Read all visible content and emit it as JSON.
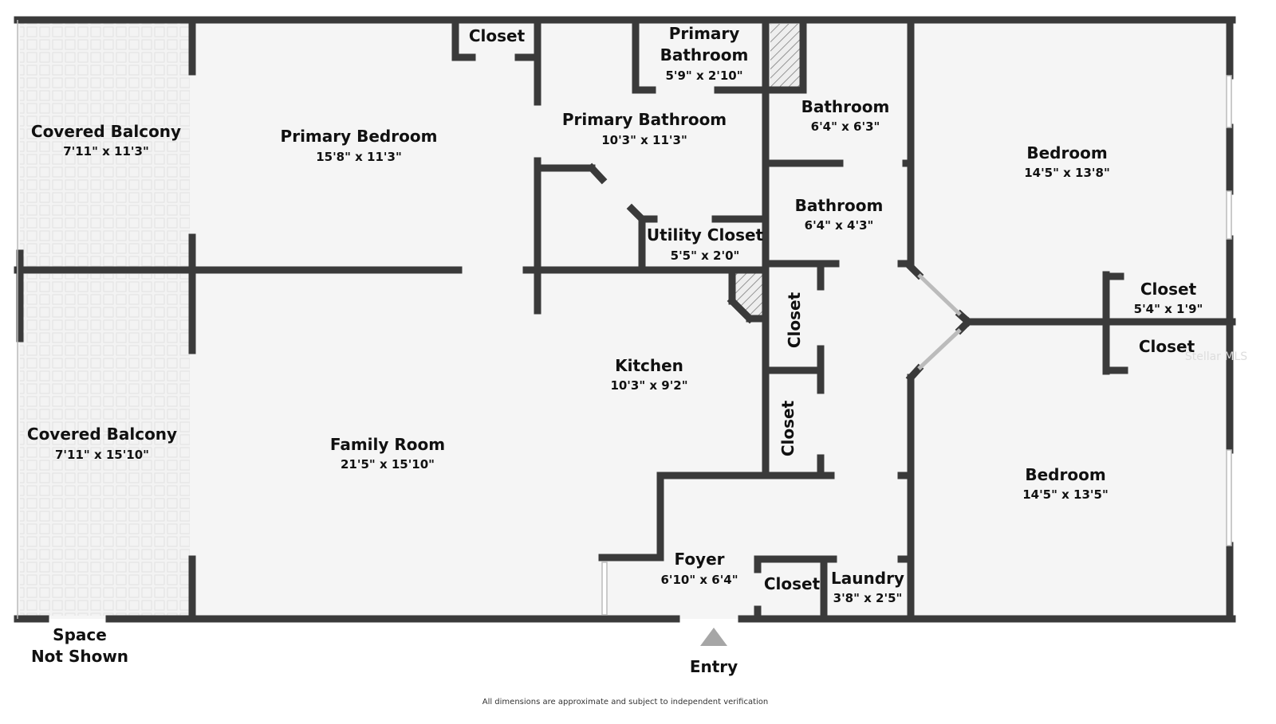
{
  "colors": {
    "wall": "#3a3a3a",
    "floor": "#f5f5f5",
    "entry_marker": "#a6a6a6"
  },
  "rooms": {
    "balcony1": {
      "name": "Covered Balcony",
      "dim": "7'11\" x 11'3\""
    },
    "balcony2": {
      "name": "Covered Balcony",
      "dim": "7'11\" x 15'10\""
    },
    "primary_bedroom": {
      "name": "Primary Bedroom",
      "dim": "15'8\" x 11'3\""
    },
    "closet_pb": {
      "name": "Closet"
    },
    "primary_bath_small": {
      "name1": "Primary",
      "name2": "Bathroom",
      "dim": "5'9\" x 2'10\""
    },
    "primary_bath": {
      "name": "Primary Bathroom",
      "dim": "10'3\" x 11'3\""
    },
    "utility": {
      "name": "Utility Closet",
      "dim": "5'5\" x 2'0\""
    },
    "bath1": {
      "name": "Bathroom",
      "dim": "6'4\" x 6'3\""
    },
    "bath2": {
      "name": "Bathroom",
      "dim": "6'4\" x 4'3\""
    },
    "bedroom1": {
      "name": "Bedroom",
      "dim": "14'5\" x 13'8\""
    },
    "closet_b1": {
      "name": "Closet",
      "dim": "5'4\" x 1'9\""
    },
    "closet_b2": {
      "name": "Closet"
    },
    "bedroom2": {
      "name": "Bedroom",
      "dim": "14'5\" x 13'5\""
    },
    "closet_hall1": {
      "name": "Closet"
    },
    "closet_hall2": {
      "name": "Closet"
    },
    "kitchen": {
      "name": "Kitchen",
      "dim": "10'3\" x 9'2\""
    },
    "family": {
      "name": "Family Room",
      "dim": "21'5\" x 15'10\""
    },
    "foyer": {
      "name": "Foyer",
      "dim": "6'10\" x 6'4\""
    },
    "closet_foyer": {
      "name": "Closet"
    },
    "laundry": {
      "name": "Laundry",
      "dim": "3'8\" x 2'5\""
    }
  },
  "space_not_shown": {
    "line1": "Space",
    "line2": "Not Shown"
  },
  "entry": "Entry",
  "disclaimer": "All dimensions are approximate and subject to independent verification",
  "watermark": "Stellar MLS"
}
